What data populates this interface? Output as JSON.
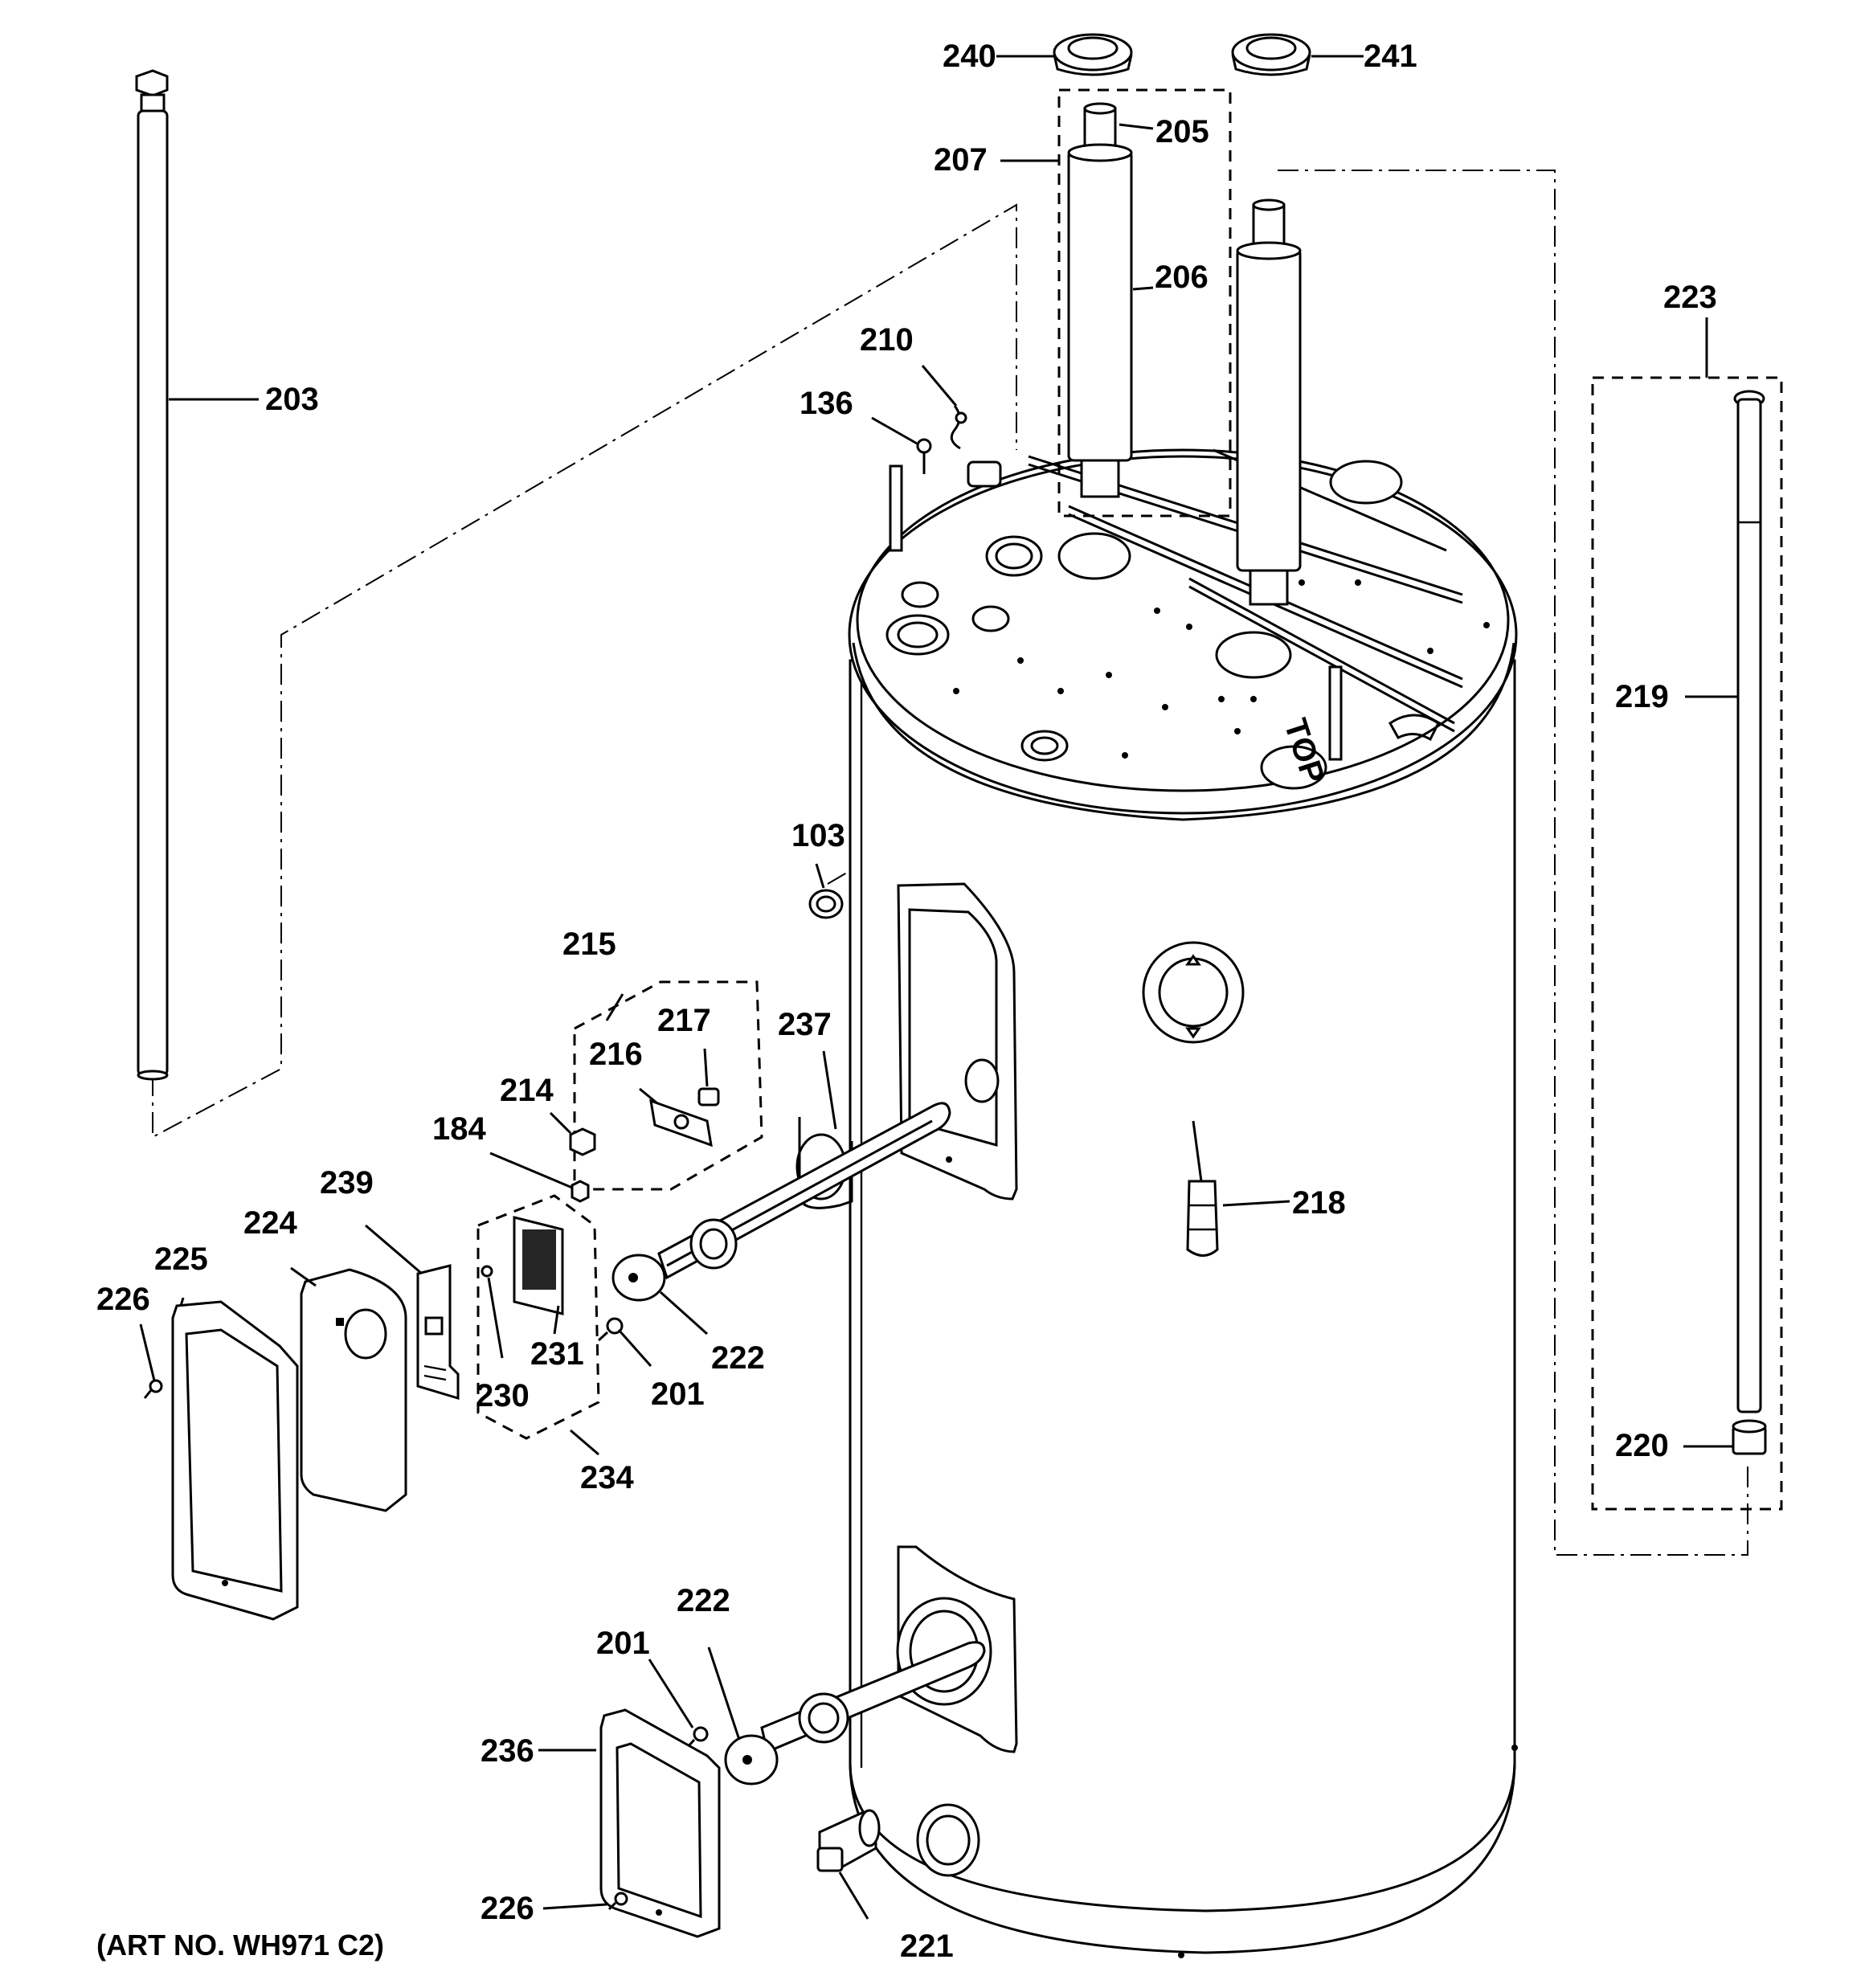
{
  "diagram": {
    "art_number": "(ART NO. WH971 C2)",
    "tank_marking": "TOP",
    "callouts": {
      "c240": "240",
      "c241": "241",
      "c205": "205",
      "c207": "207",
      "c206": "206",
      "c203": "203",
      "c210": "210",
      "c136": "136",
      "c223": "223",
      "c219": "219",
      "c220": "220",
      "c103": "103",
      "c215": "215",
      "c217": "217",
      "c216": "216",
      "c237": "237",
      "c214": "214",
      "c184": "184",
      "c239": "239",
      "c224": "224",
      "c225": "225",
      "c226a": "226",
      "c231": "231",
      "c230": "230",
      "c234": "234",
      "c222a": "222",
      "c201a": "201",
      "c218": "218",
      "c222b": "222",
      "c201b": "201",
      "c236": "236",
      "c226b": "226",
      "c221": "221"
    }
  }
}
